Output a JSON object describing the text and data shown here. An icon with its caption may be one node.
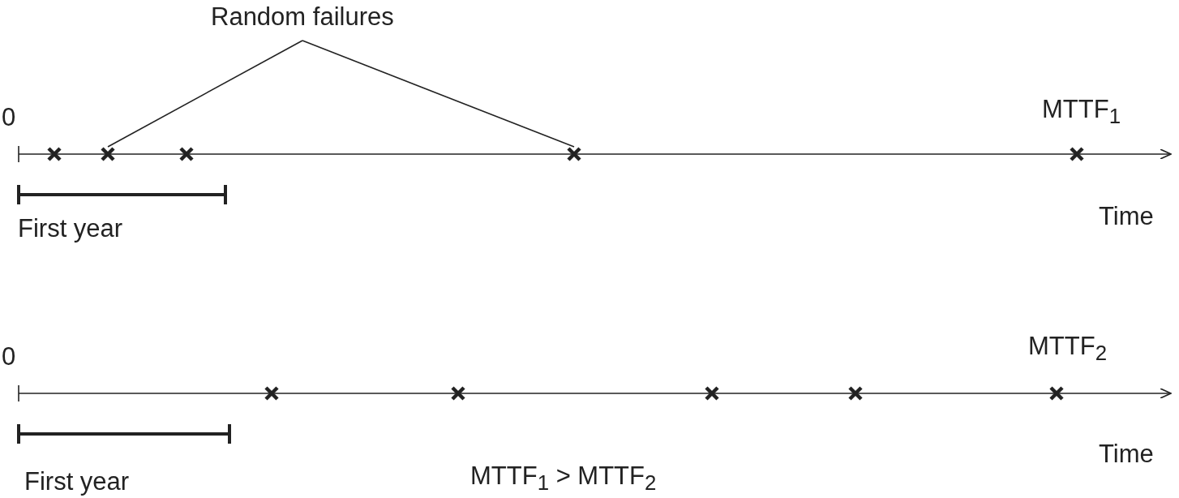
{
  "diagram": {
    "nodes": [
      {
        "text": [
          "Random failures"
        ]
      },
      {
        "text": [],
        "shape": "cross"
      },
      {
        "text": [],
        "shape": "cross"
      }
    ],
    "edges": [
      {
        "from": 0,
        "to": 1,
        "arrow": "none"
      },
      {
        "from": 0,
        "to": 2,
        "arrow": "none"
      }
    ],
    "labels": [
      "0",
      "MTTF$_{1}$",
      "Time",
      "First year",
      "0",
      "MTTF$_{2}$",
      "Time",
      "First year",
      "MTTF$_{1}$ > MTTF$_{2}$"
    ]
  }
}
